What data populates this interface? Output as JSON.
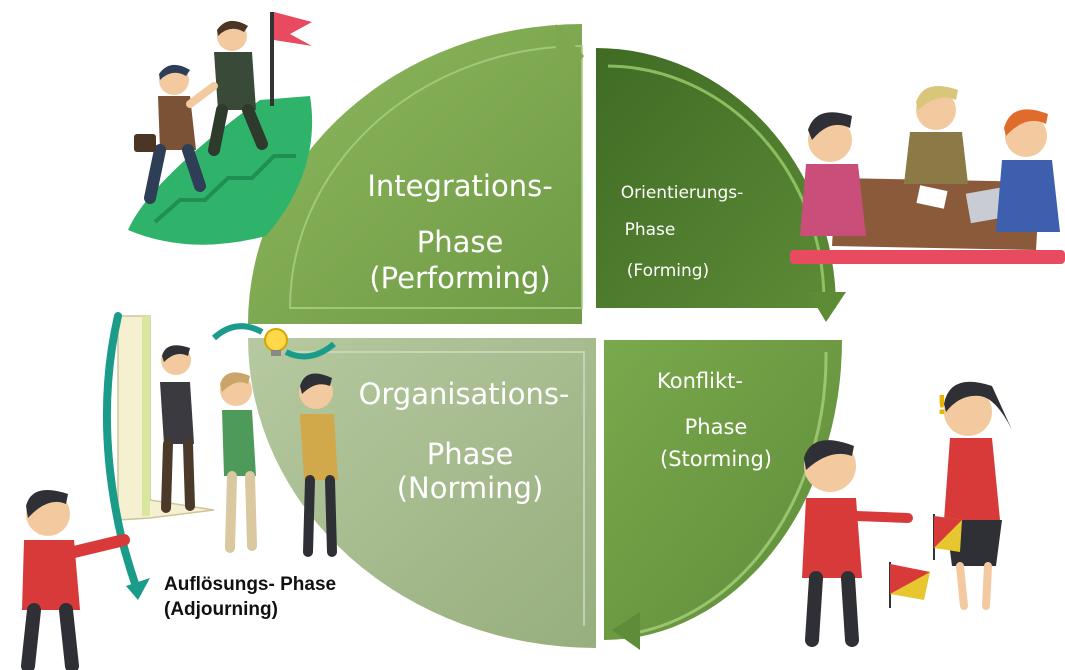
{
  "colors": {
    "integration": "#7da84f",
    "orientation": "#4c7a2c",
    "organisation": "#a3b98a",
    "conflict": "#6e9c43",
    "arrow_teal": "#1b9b8a",
    "skin": "#f3c9a0"
  },
  "phases": {
    "integration": {
      "line1": "Integrations-",
      "line2": "Phase",
      "line3": "(Performing)"
    },
    "orientation": {
      "line1": "Orientierungs-",
      "line2": "Phase",
      "line3": "(Forming)"
    },
    "organisation": {
      "line1": "Organisations-",
      "line2": "Phase",
      "line3": "(Norming)"
    },
    "conflict": {
      "line1": "Konflikt-",
      "line2": "Phase",
      "line3": "(Storming)"
    }
  },
  "adjourning": {
    "line1": "Auflösungs- Phase",
    "line2": "(Adjourning)"
  },
  "icons": [
    "summit-handshake-illustration",
    "meeting-table-illustration",
    "flipchart-idea-illustration",
    "argument-flags-illustration",
    "pointing-man-illustration",
    "lightbulb-icon",
    "flag-icon"
  ]
}
